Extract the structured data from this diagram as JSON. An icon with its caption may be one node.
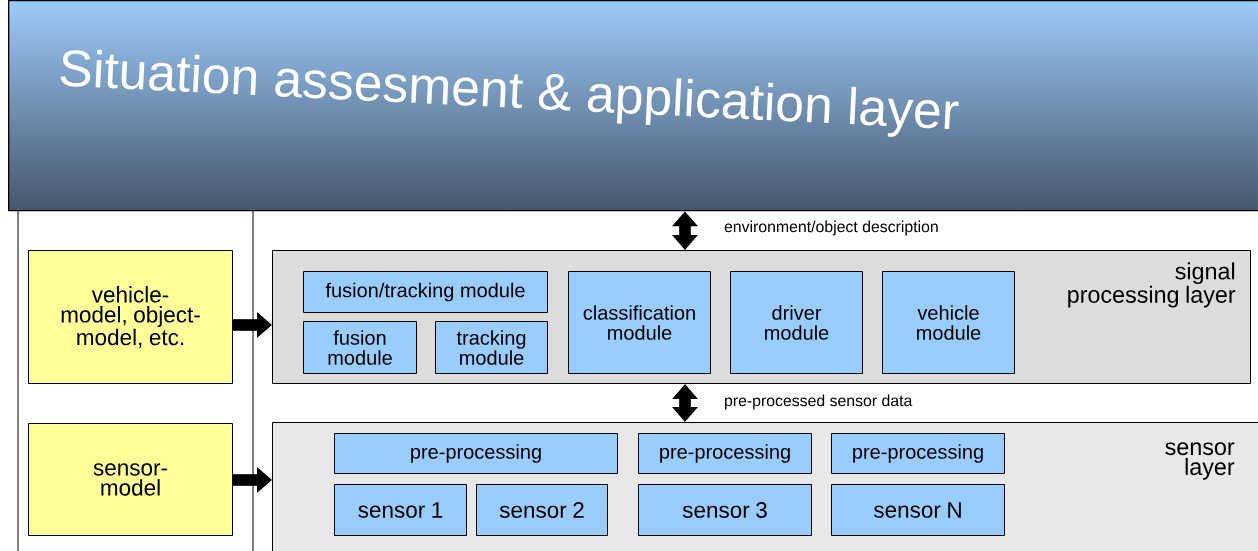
{
  "diagram": {
    "nodes": [
      {
        "text": [
          "Situation assesment & application layer"
        ]
      },
      {
        "text": [
          "signal processing layer"
        ]
      },
      {
        "text": [
          "fusion/tracking module"
        ],
        "in": 1
      },
      {
        "text": [
          "fusion module"
        ],
        "in": 1
      },
      {
        "text": [
          "tracking module"
        ],
        "in": 1
      },
      {
        "text": [
          "classification module"
        ],
        "in": 1
      },
      {
        "text": [
          "driver module"
        ],
        "in": 1
      },
      {
        "text": [
          "vehicle module"
        ],
        "in": 1
      },
      {
        "text": [
          "sensor layer"
        ]
      },
      {
        "text": [
          "pre-processing"
        ],
        "in": 8
      },
      {
        "text": [
          "pre-processing"
        ],
        "in": 8
      },
      {
        "text": [
          "pre-processing"
        ],
        "in": 8
      },
      {
        "text": [
          "sensor 1"
        ],
        "in": 8
      },
      {
        "text": [
          "sensor 2"
        ],
        "in": 8
      },
      {
        "text": [
          "sensor 3"
        ],
        "in": 8
      },
      {
        "text": [
          "sensor N"
        ],
        "in": 8
      },
      {
        "text": [
          "vehicle-model, object-model, etc."
        ]
      },
      {
        "text": [
          "sensor-model"
        ]
      }
    ],
    "edges": [
      {
        "from": 0,
        "to": 1,
        "arrow": "both",
        "label": "environment/object description"
      },
      {
        "from": 1,
        "to": 8,
        "arrow": "both",
        "label": "pre-processed sensor data"
      },
      {
        "from": 16,
        "to": 1,
        "arrow": "to"
      },
      {
        "from": 17,
        "to": 8,
        "arrow": "to"
      }
    ]
  }
}
